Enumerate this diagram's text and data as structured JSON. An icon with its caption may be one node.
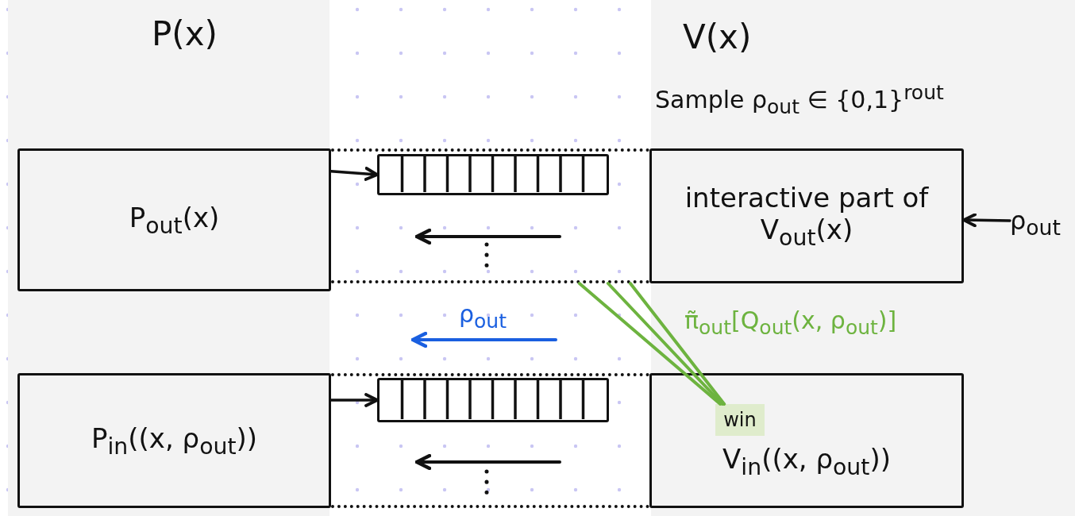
{
  "diagram": {
    "nodes": [
      {
        "text": [
          "P(x)"
        ]
      },
      {
        "text": [
          "P$_{out}$(x)"
        ],
        "in": 0
      },
      {
        "text": [],
        "shape": "box"
      },
      {
        "text": [],
        "shape": "box",
        "in": 2
      },
      {
        "text": [
          "V(x)",
          "Sample ρ$_{out}$ ∈ {0,1}$^{rout}$"
        ]
      },
      {
        "text": [
          "interactive part of V$_{out}$(x)"
        ],
        "in": 4
      },
      {
        "text": [
          "ρ$_{out}$"
        ],
        "in": 4
      },
      {
        "text": [
          "P$_{in}$((x, ρ$_{out}$))"
        ],
        "in": 0
      },
      {
        "text": [],
        "shape": "box"
      },
      {
        "text": [],
        "shape": "box",
        "in": 8
      },
      {
        "text": [
          "V$_{in}$((x, ρ$_{out}$))"
        ],
        "in": 4
      },
      {
        "text": [
          "win"
        ],
        "in": 10
      }
    ],
    "edges": [
      {
        "from": 1,
        "to": 3,
        "arrow": "to"
      },
      {
        "from": 6,
        "to": 5,
        "arrow": "to"
      },
      {
        "from": 7,
        "to": 9,
        "arrow": "to"
      },
      {
        "from": 2,
        "to": 11,
        "arrow": "none",
        "color": "#6db33f",
        "label": "π̃$_{out}$[Q$_{out}$(x, ρ$_{out}$)]"
      },
      {
        "from": 2,
        "to": 11,
        "arrow": "none",
        "color": "#6db33f"
      },
      {
        "from": 2,
        "to": 11,
        "arrow": "none",
        "color": "#6db33f"
      }
    ],
    "labels": [
      "ρ$_{out}$"
    ]
  }
}
